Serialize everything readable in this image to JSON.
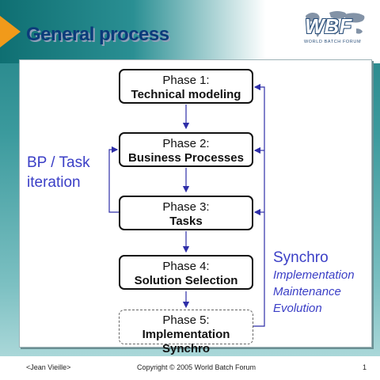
{
  "header": {
    "title": "General process"
  },
  "logo": {
    "text": "WBF",
    "subtitle": "WORLD BATCH FORUM"
  },
  "phases": [
    {
      "num": "Phase 1:",
      "name": "Technical modeling"
    },
    {
      "num": "Phase 2:",
      "name": "Business Processes"
    },
    {
      "num": "Phase 3:",
      "name": "Tasks"
    },
    {
      "num": "Phase 4:",
      "name": "Solution Selection"
    },
    {
      "num": "Phase 5:",
      "name": "Implementation Synchro"
    }
  ],
  "left_label": {
    "line1": "BP / Task",
    "line2": "iteration"
  },
  "right_label": {
    "head": "Synchro",
    "items": [
      "Implementation",
      "Maintenance",
      "Evolution"
    ]
  },
  "footer": {
    "author": "<Jean Vieille>",
    "copyright": "Copyright © 2005 World Batch Forum",
    "page": "1"
  },
  "colors": {
    "title": "#0b3b7a",
    "accent": "#3a3ec6",
    "arrow": "#2e2ea8",
    "orange": "#f19a1a"
  }
}
